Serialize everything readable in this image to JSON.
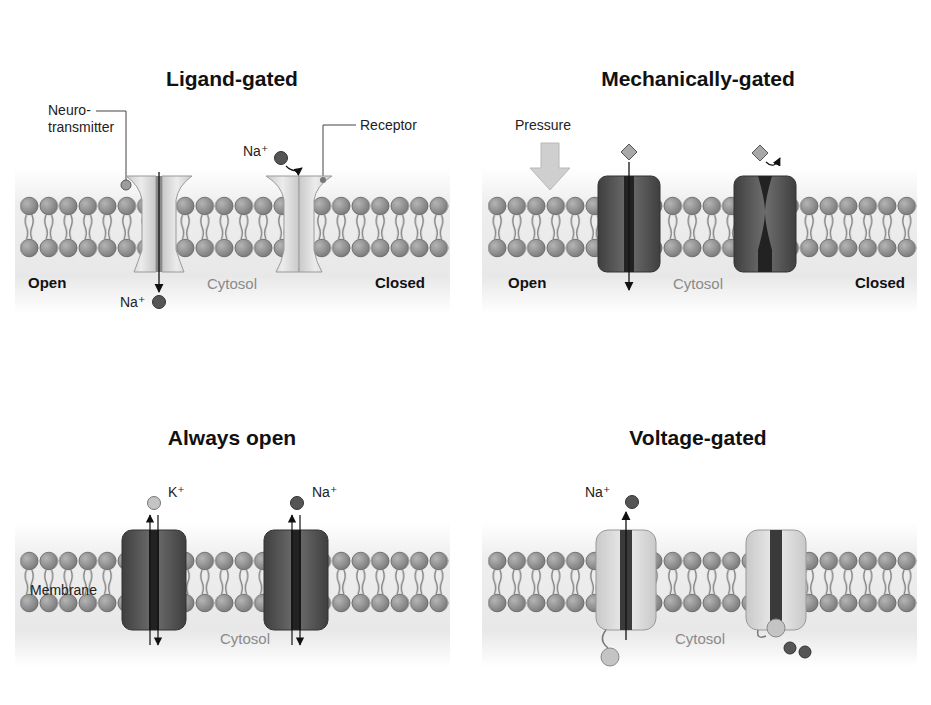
{
  "diagram": {
    "labels": [
      "Ligand-gated",
      "Neuro- transmitter",
      "Receptor",
      "Na⁺",
      "Open",
      "Cytosol",
      "Closed",
      "Na⁺",
      "Mechanically-gated",
      "Pressure",
      "Open",
      "Cytosol",
      "Closed",
      "Always open",
      "K⁺",
      "Na⁺",
      "Membrane",
      "Cytosol",
      "Voltage-gated",
      "Na⁺",
      "Cytosol"
    ]
  }
}
